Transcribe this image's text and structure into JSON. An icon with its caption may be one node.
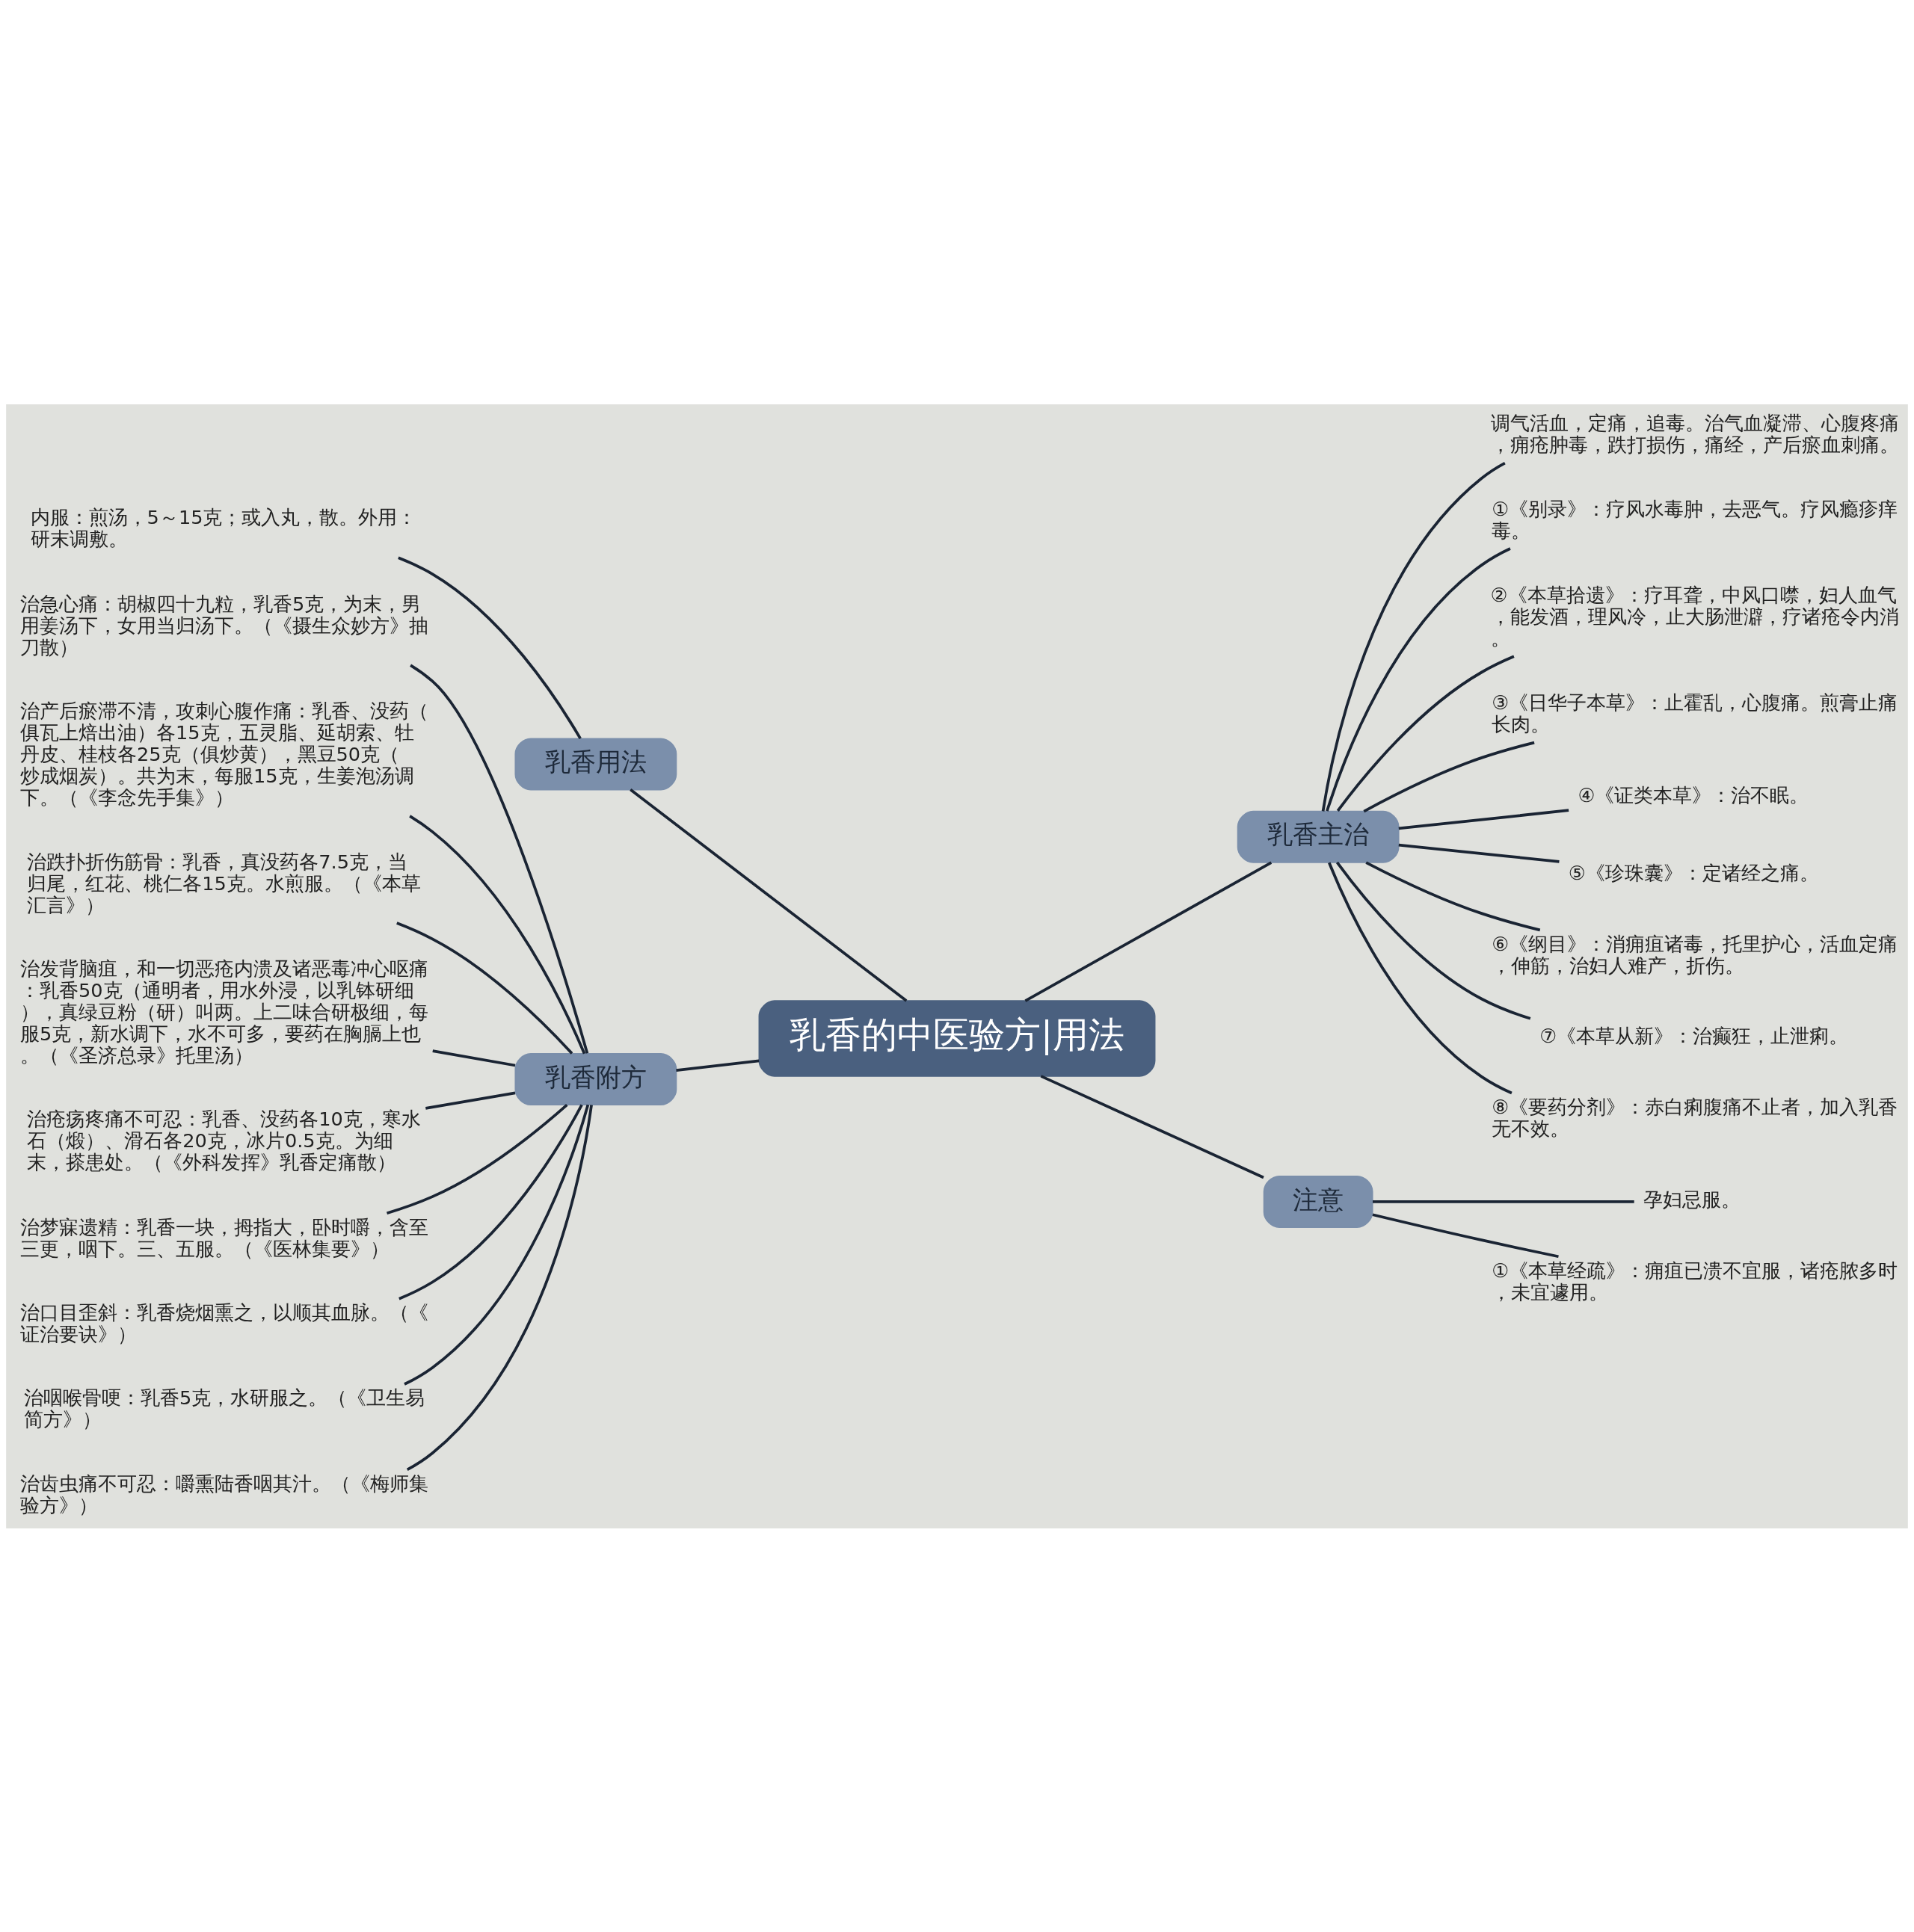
{
  "diagram": {
    "nodes": [
      {
        "text": [
          "乳香的中医验方|用法"
        ]
      },
      {
        "text": [
          "乳香用法"
        ]
      },
      {
        "text": [
          "内服：煎汤，5～15克；或入丸，散。外用：研末调敷。"
        ]
      },
      {
        "text": [
          "乳香附方"
        ]
      },
      {
        "text": [
          "治急心痛：胡椒四十九粒，乳香5克，为末，男用姜汤下，女用当归汤下。（《摄生众妙方》抽刀散）"
        ]
      },
      {
        "text": [
          "治产后瘀滞不清，攻刺心腹作痛：乳香、没药（俱瓦上焙出油）各15克，五灵脂、延胡索、牡丹皮、桂枝各25克（俱炒黄），黑豆50克（炒成烟炭）。共为末，每服15克，生姜泡汤调下。（《李念先手集》）"
        ]
      },
      {
        "text": [
          "治跌扑折伤筋骨：乳香，真没药各7.5克，当归尾，红花、桃仁各15克。水煎服。（《本草汇言》）"
        ]
      },
      {
        "text": [
          "治发背脑疽，和一切恶疮内溃及诸恶毒冲心呕痛：乳香50克（通明者，用水外浸，以乳钵研细），真绿豆粉（研）叫两。上二味合研极细，每服5克，新水调下，水不可多，要药在胸膈上也。（《圣济总录》托里汤）"
        ]
      },
      {
        "text": [
          "治疮疡疼痛不可忍：乳香、没药各10克，寒水石（煅）、滑石各20克，冰片0.5克。为细末，搽患处。（《外科发挥》乳香定痛散）"
        ]
      },
      {
        "text": [
          "治梦寐遗精：乳香一块，拇指大，卧时嚼，含至三更，咽下。三、五服。（《医林集要》）"
        ]
      },
      {
        "text": [
          "治口目歪斜：乳香烧烟熏之，以顺其血脉。（《证治要诀》）"
        ]
      },
      {
        "text": [
          "治咽喉骨哽：乳香5克，水研服之。（《卫生易简方》）"
        ]
      },
      {
        "text": [
          "治齿虫痛不可忍：嚼熏陆香咽其汁。（《梅师集验方》）"
        ]
      },
      {
        "text": [
          "乳香主治"
        ]
      },
      {
        "text": [
          "调气活血，定痛，追毒。治气血凝滞、心腹疼痛，痈疮肿毒，跌打损伤，痛经，产后瘀血刺痛。"
        ]
      },
      {
        "text": [
          "①《别录》：疗风水毒肿，去恶气。疗风瘾疹痒毒。"
        ]
      },
      {
        "text": [
          "②《本草拾遗》：疗耳聋，中风口噤，妇人血气，能发酒，理风冷，止大肠泄澼，疗诸疮令内消。"
        ]
      },
      {
        "text": [
          "③《日华子本草》：止霍乱，心腹痛。煎膏止痛长肉。"
        ]
      },
      {
        "text": [
          "④《证类本草》：治不眠。"
        ]
      },
      {
        "text": [
          "⑤《珍珠囊》：定诸经之痛。"
        ]
      },
      {
        "text": [
          "⑥《纲目》：消痈疽诸毒，托里护心，活血定痛，伸筋，治妇人难产，折伤。"
        ]
      },
      {
        "text": [
          "⑦《本草从新》：治癫狂，止泄痢。"
        ]
      },
      {
        "text": [
          "⑧《要药分剂》：赤白痢腹痛不止者，加入乳香无不效。"
        ]
      },
      {
        "text": [
          "注意"
        ]
      },
      {
        "text": [
          "孕妇忌服。"
        ]
      },
      {
        "text": [
          "①《本草经疏》：痈疽已溃不宜服，诸疮脓多时，未宜遽用。"
        ]
      }
    ],
    "edges": [
      {
        "from": 0,
        "to": 1,
        "arrow": "none"
      },
      {
        "from": 1,
        "to": 2,
        "arrow": "none"
      },
      {
        "from": 0,
        "to": 3,
        "arrow": "none"
      },
      {
        "from": 3,
        "to": 4,
        "arrow": "none"
      },
      {
        "from": 3,
        "to": 5,
        "arrow": "none"
      },
      {
        "from": 3,
        "to": 6,
        "arrow": "none"
      },
      {
        "from": 3,
        "to": 7,
        "arrow": "none"
      },
      {
        "from": 3,
        "to": 8,
        "arrow": "none"
      },
      {
        "from": 3,
        "to": 9,
        "arrow": "none"
      },
      {
        "from": 3,
        "to": 10,
        "arrow": "none"
      },
      {
        "from": 3,
        "to": 11,
        "arrow": "none"
      },
      {
        "from": 3,
        "to": 12,
        "arrow": "none"
      },
      {
        "from": 0,
        "to": 13,
        "arrow": "none"
      },
      {
        "from": 13,
        "to": 14,
        "arrow": "none"
      },
      {
        "from": 13,
        "to": 15,
        "arrow": "none"
      },
      {
        "from": 13,
        "to": 16,
        "arrow": "none"
      },
      {
        "from": 13,
        "to": 17,
        "arrow": "none"
      },
      {
        "from": 13,
        "to": 18,
        "arrow": "none"
      },
      {
        "from": 13,
        "to": 19,
        "arrow": "none"
      },
      {
        "from": 13,
        "to": 20,
        "arrow": "none"
      },
      {
        "from": 13,
        "to": 21,
        "arrow": "none"
      },
      {
        "from": 13,
        "to": 22,
        "arrow": "none"
      },
      {
        "from": 0,
        "to": 23,
        "arrow": "none"
      },
      {
        "from": 23,
        "to": 24,
        "arrow": "none"
      },
      {
        "from": 23,
        "to": 25,
        "arrow": "none"
      }
    ]
  }
}
